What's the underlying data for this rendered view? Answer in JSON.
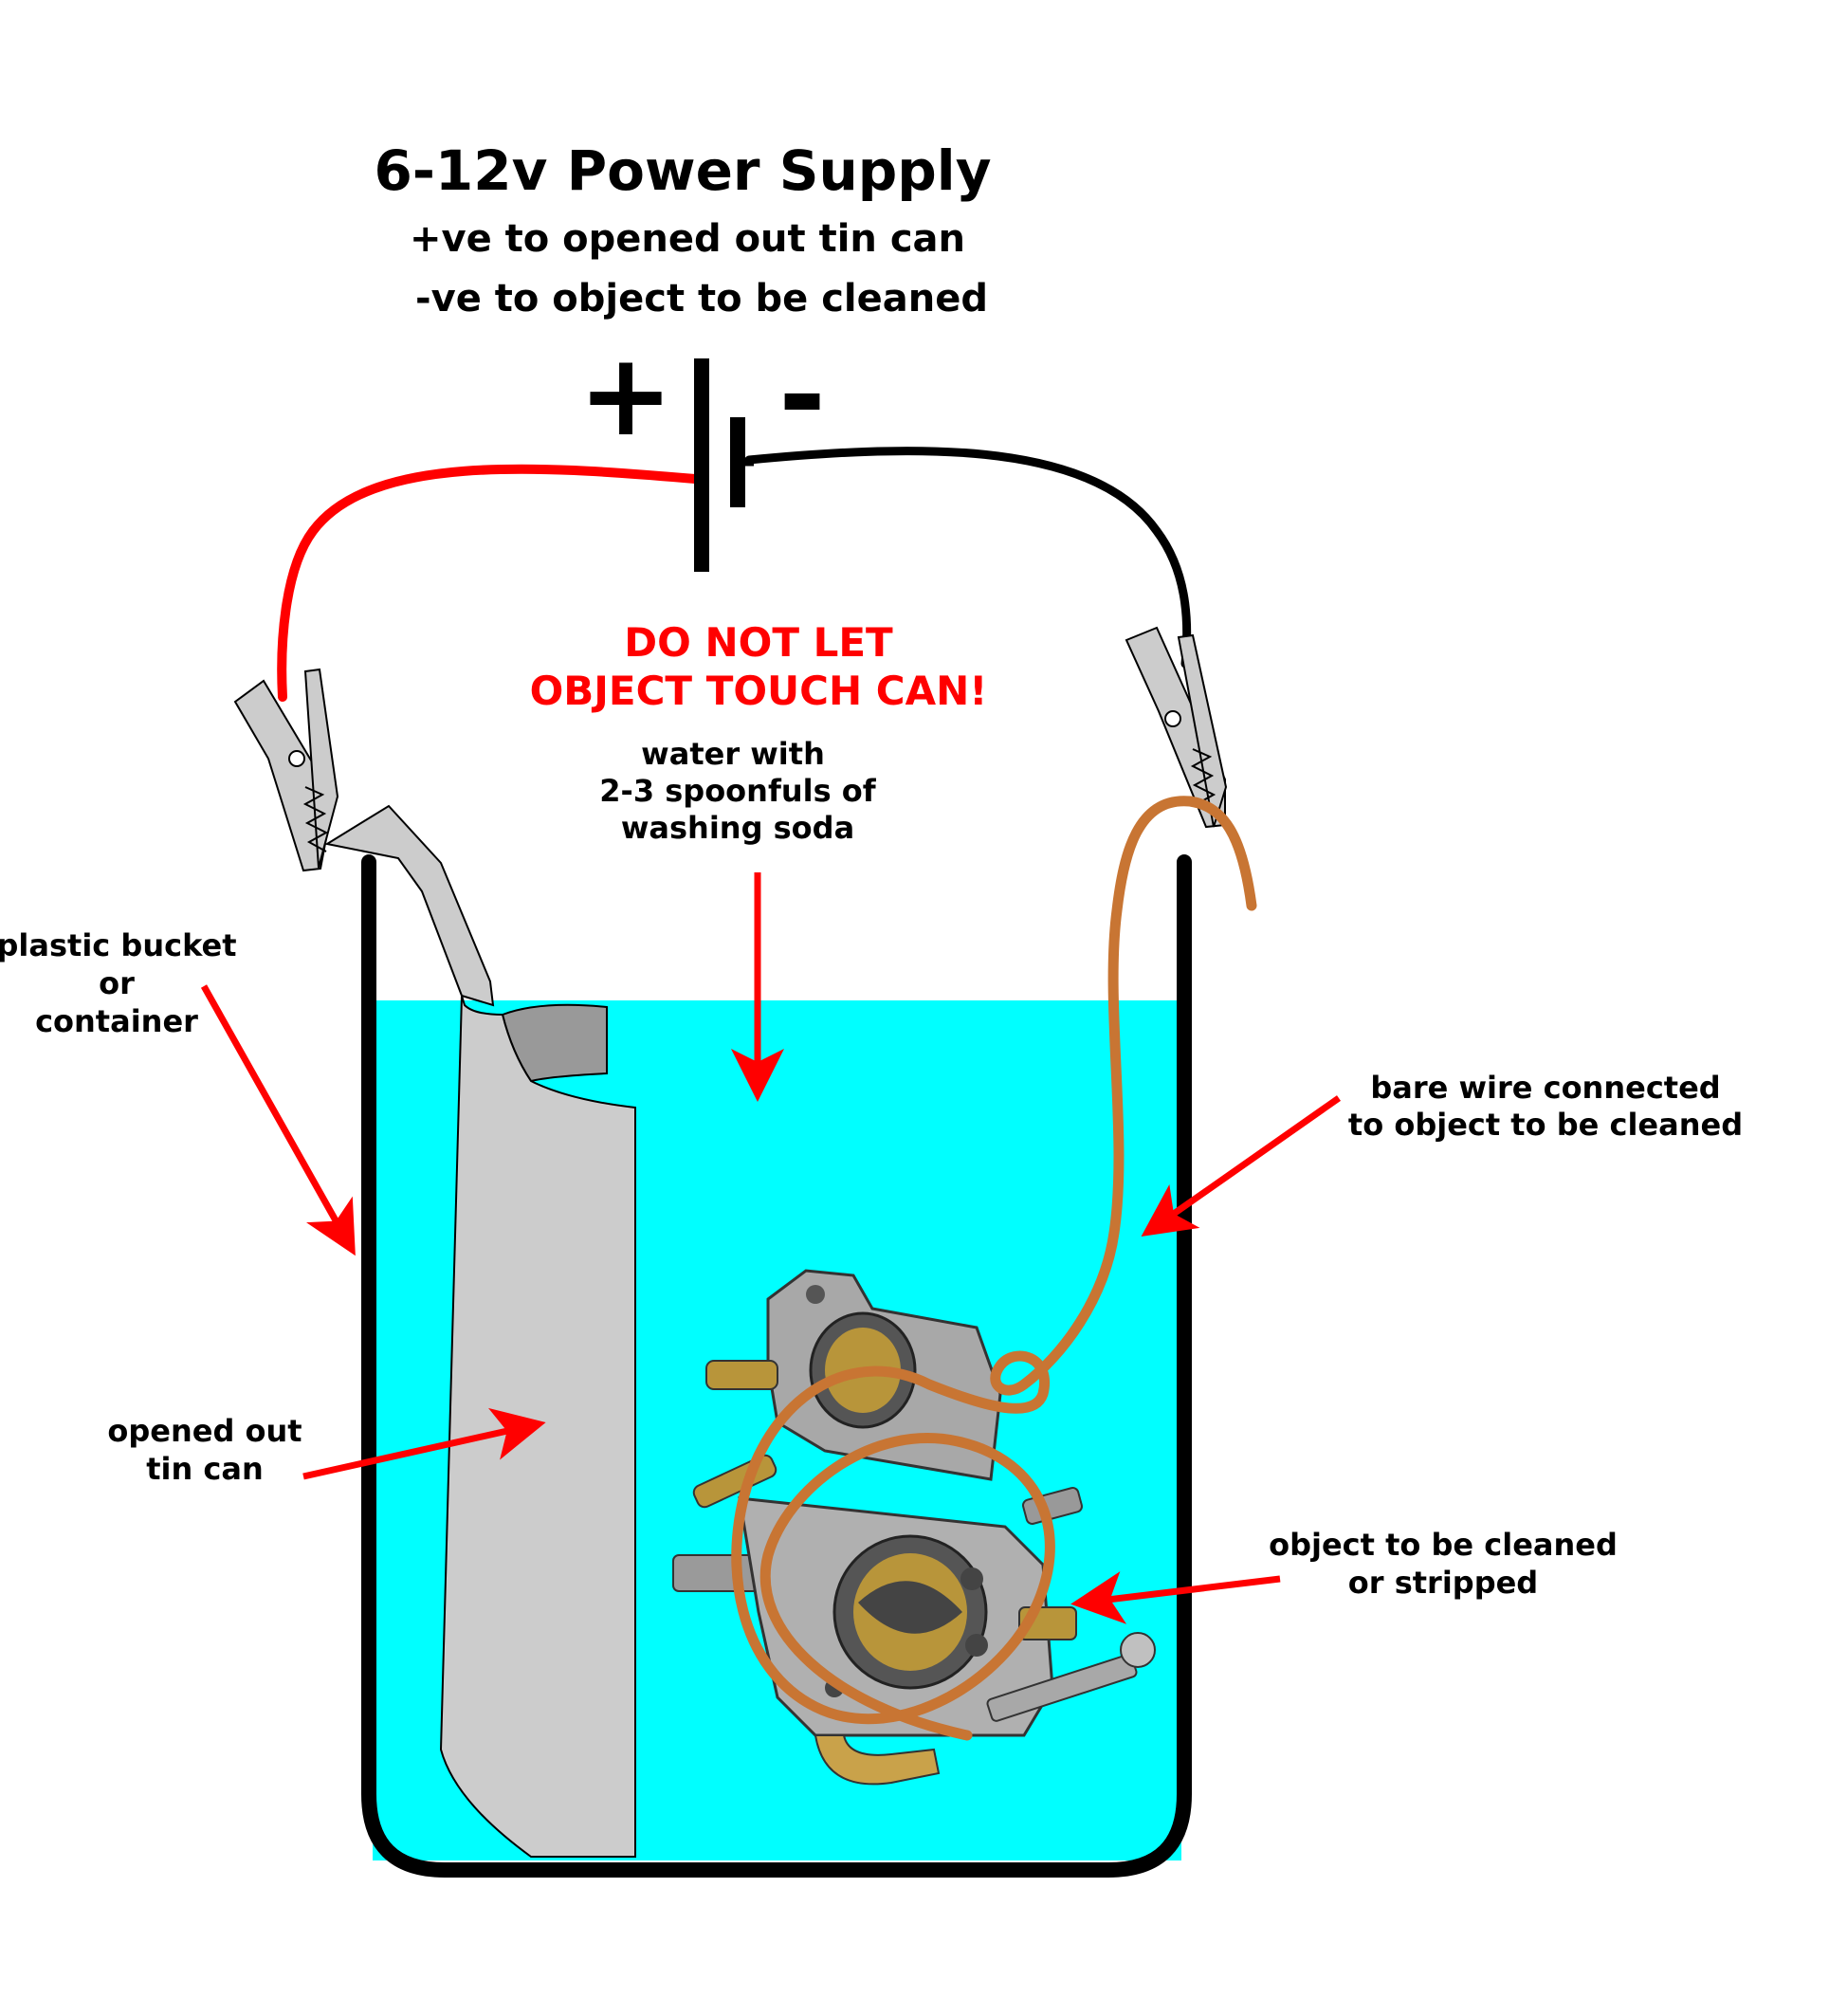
{
  "title": "6-12v Power Supply",
  "subtitle_lines": [
    "+ve to opened out tin can",
    "-ve to object to be cleaned"
  ],
  "battery": {
    "plus_sign": "+",
    "minus_sign": "-"
  },
  "warning_lines": [
    "DO NOT LET",
    "OBJECT TOUCH CAN!"
  ],
  "water_label_lines": [
    "water with",
    "2-3 spoonfuls of",
    "washing soda"
  ],
  "bucket_label_lines": [
    "plastic bucket",
    "or",
    "container"
  ],
  "tin_label_lines": [
    "opened out",
    "tin can"
  ],
  "wire_label_lines": [
    "bare wire connected",
    "to object to be cleaned"
  ],
  "object_label_lines": [
    "object to be cleaned",
    "or stripped"
  ],
  "colors": {
    "water": "#00ffff",
    "positive_lead": "#ff0000",
    "negative_lead": "#000000",
    "bare_wire": "#c87533",
    "arrow": "#ff0000",
    "tin_can": "#cccccc",
    "bucket_outline": "#000000"
  }
}
